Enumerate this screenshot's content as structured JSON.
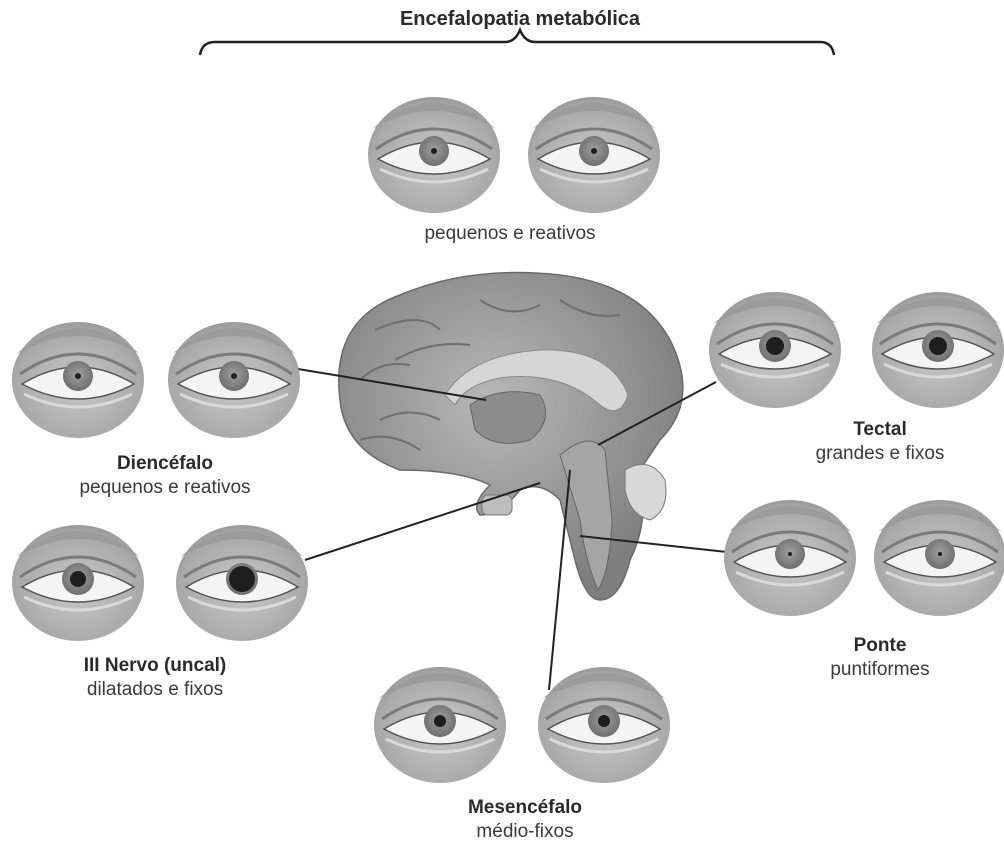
{
  "title": "Encefalopatia metabólica",
  "groups": {
    "metabolic": {
      "description": "pequenos e reativos",
      "pupil": "small"
    },
    "diencephalon": {
      "name": "Diencéfalo",
      "description": "pequenos e reativos",
      "pupil": "small"
    },
    "third_nerve": {
      "name": "III Nervo (uncal)",
      "description": "dilatados e fixos",
      "pupil": "asymmetric-dilated"
    },
    "tectal": {
      "name": "Tectal",
      "description": "grandes e fixos",
      "pupil": "large"
    },
    "pons": {
      "name": "Ponte",
      "description": "puntiformes",
      "pupil": "pinpoint"
    },
    "midbrain": {
      "name": "Mesencéfalo",
      "description": "médio-fixos",
      "pupil": "mid"
    }
  },
  "colors": {
    "skin": "#b5b5b5",
    "iris": "#8a8a8a",
    "pupil": "#1e1e1e",
    "line": "#222222",
    "brain": "#9a9a9a"
  }
}
